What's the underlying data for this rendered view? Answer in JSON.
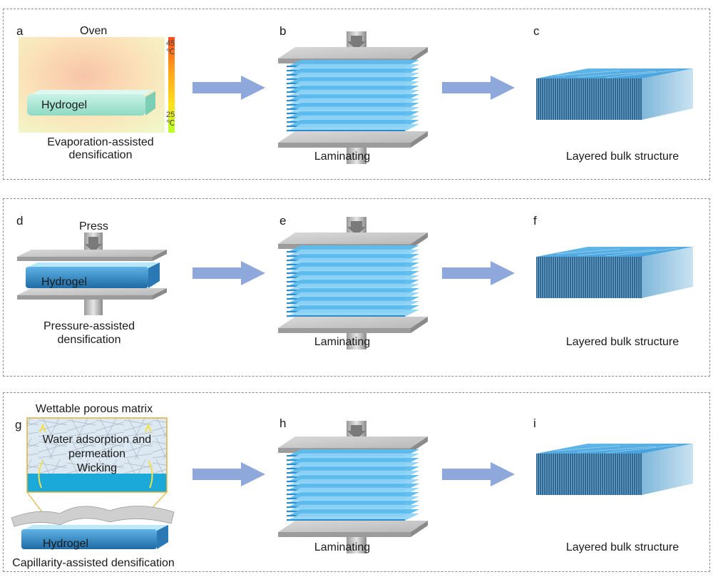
{
  "rows": [
    {
      "letters": [
        "a",
        "b",
        "c"
      ],
      "step1": {
        "top_label": "Oven",
        "object_label": "Hydrogel",
        "temp_high": "45",
        "temp_low": "25",
        "temp_unit": "℃",
        "caption_line1": "Evaporation-assisted",
        "caption_line2": "densification"
      },
      "step2_caption": "Laminating",
      "step3_caption": "Layered bulk structure"
    },
    {
      "letters": [
        "d",
        "e",
        "f"
      ],
      "step1": {
        "top_label": "Press",
        "object_label": "Hydrogel",
        "caption_line1": "Pressure-assisted",
        "caption_line2": "densification"
      },
      "step2_caption": "Laminating",
      "step3_caption": "Layered bulk structure"
    },
    {
      "letters": [
        "g",
        "h",
        "i"
      ],
      "step1": {
        "top_label": "Wettable porous matrix",
        "inset_line1": "Water adsorption and",
        "inset_line2": "permeation",
        "inset_line3": "Wicking",
        "object_label": "Hydrogel",
        "caption": "Capillarity-assisted densification"
      },
      "step2_caption": "Laminating",
      "step3_caption": "Layered bulk structure"
    }
  ],
  "colors": {
    "arrow": "#8fa8dc",
    "hydrogel_blue": "#2f86c4",
    "hydrogel_green": "#9fe3cf",
    "plate_gray": "#b4b4b4",
    "sheet_blue": "#4fb6ec",
    "border": "#8c8c8c"
  }
}
